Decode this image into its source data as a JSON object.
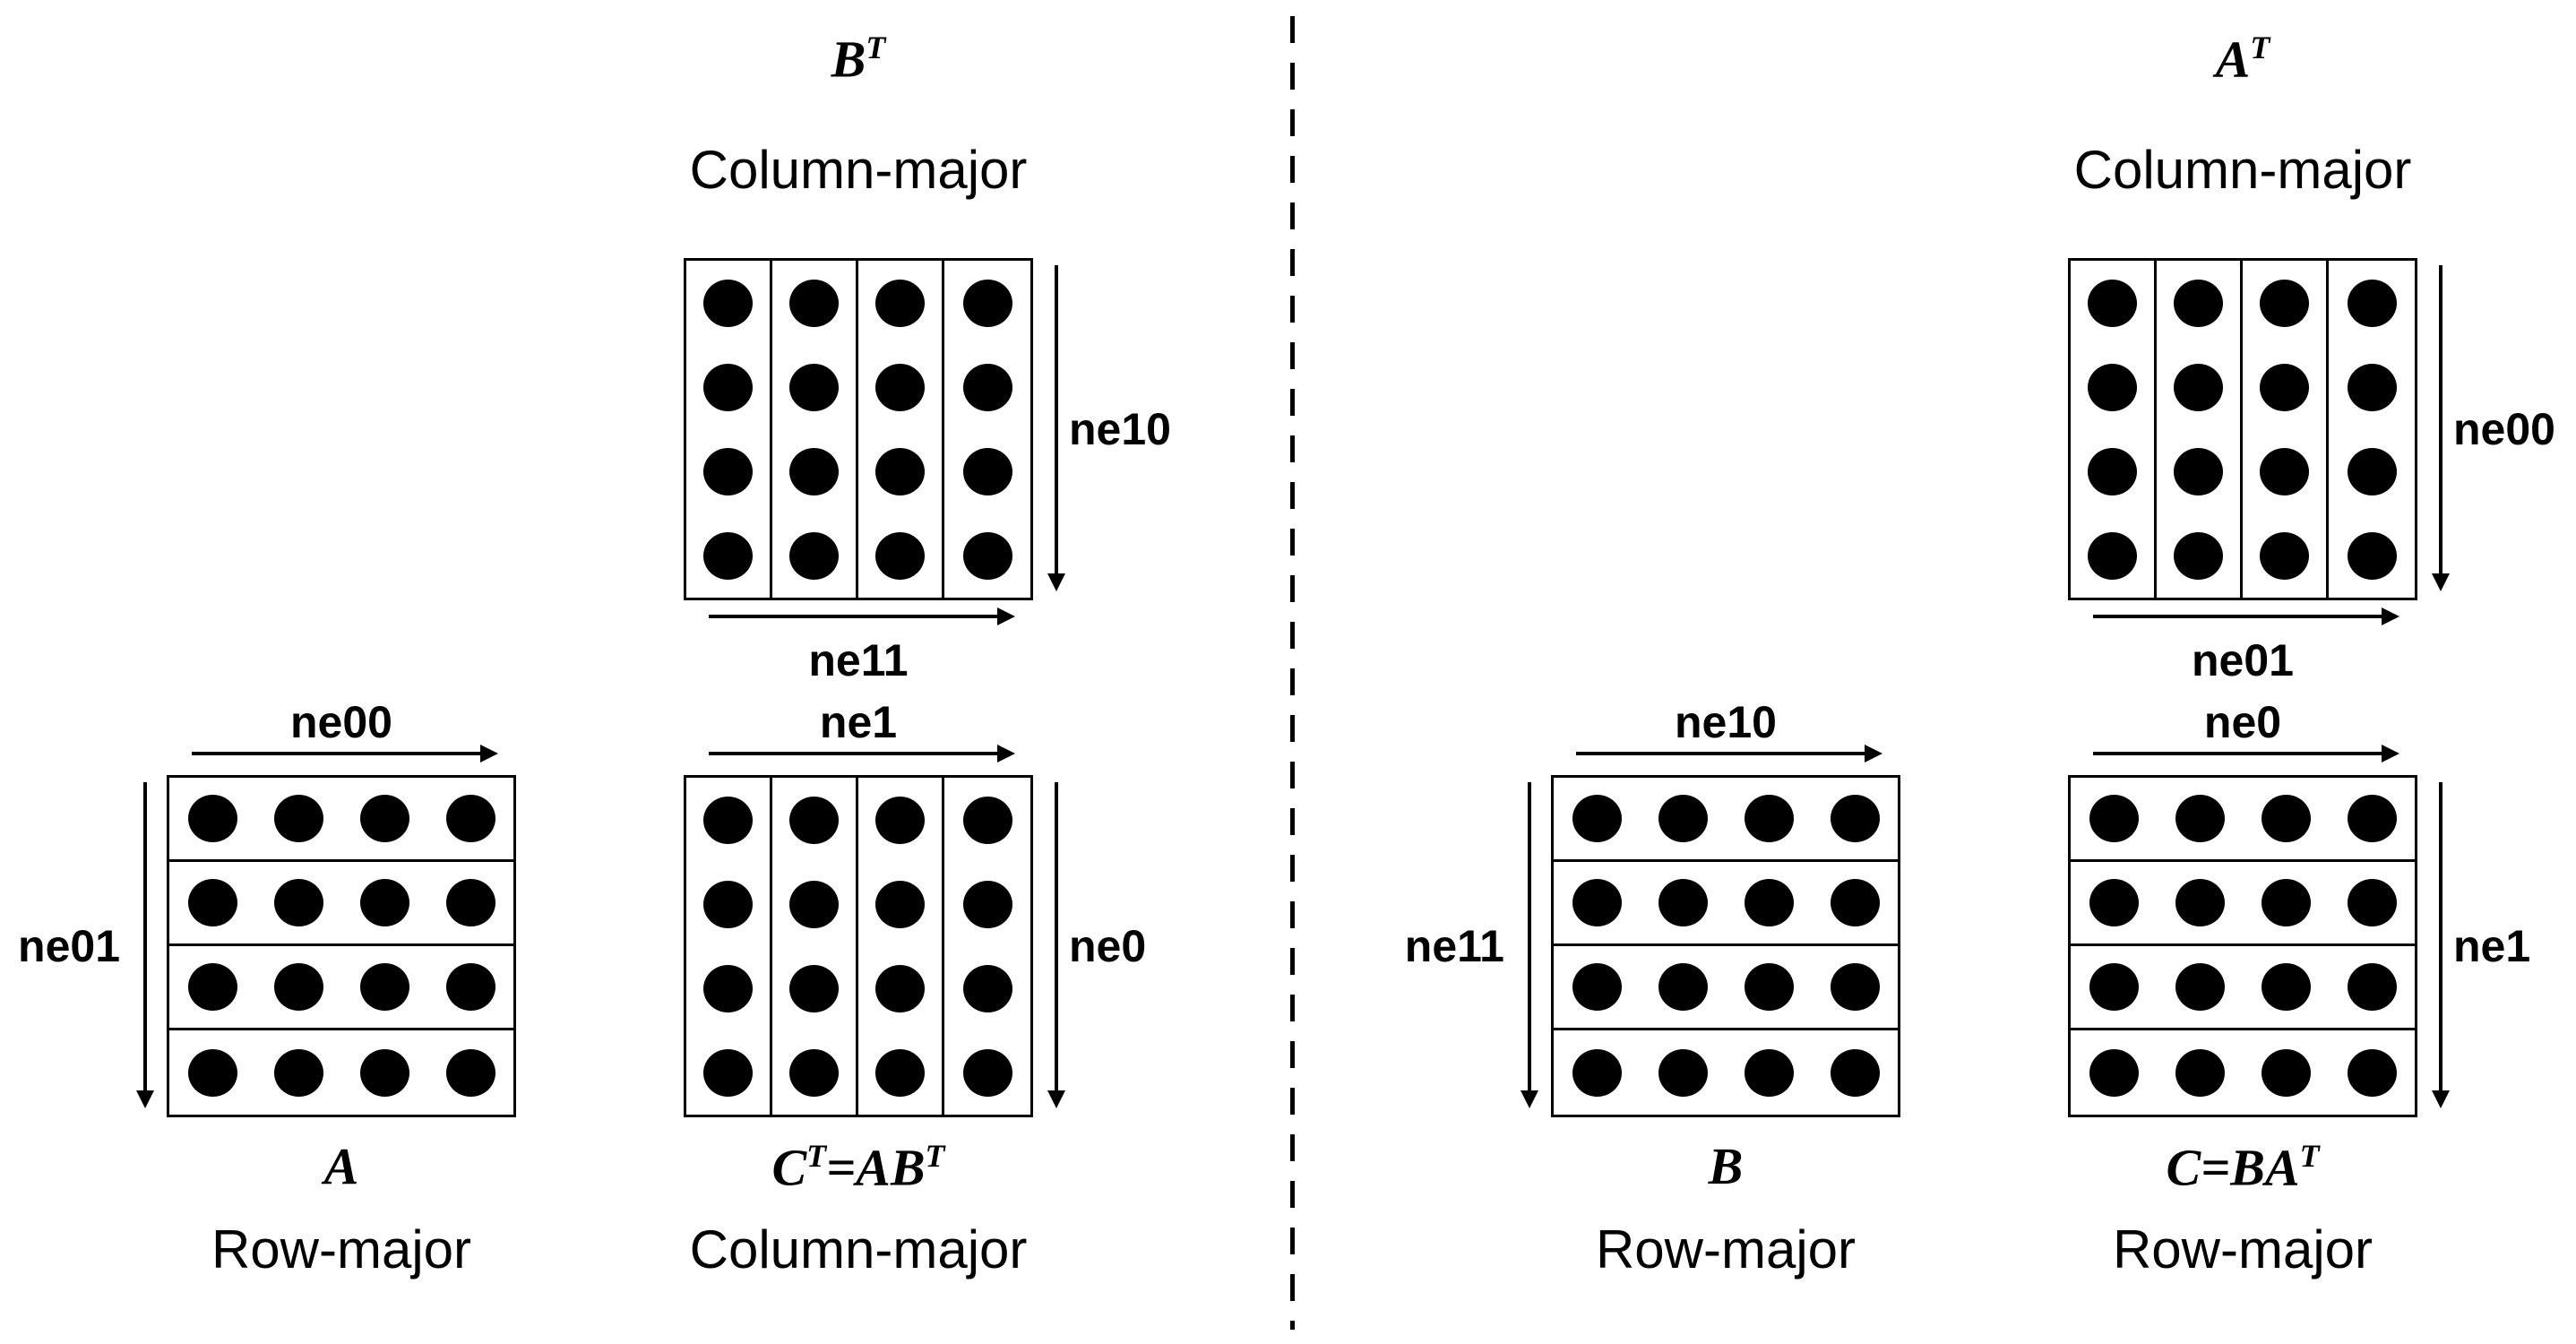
{
  "matrices": {
    "bt": {
      "title": [
        "B",
        "T"
      ],
      "layout": "Column-major",
      "right_label": "ne10",
      "bottom_label": "ne11"
    },
    "a": {
      "caption": [
        "A"
      ],
      "layout": "Row-major",
      "top_label": "ne00",
      "left_label": "ne01"
    },
    "ct": {
      "caption": [
        "C",
        "T",
        "=AB",
        "T"
      ],
      "layout": "Column-major",
      "top_label": "ne1",
      "right_label": "ne0"
    },
    "at": {
      "title": [
        "A",
        "T"
      ],
      "layout": "Column-major",
      "right_label": "ne00",
      "bottom_label": "ne01"
    },
    "b": {
      "caption": [
        "B"
      ],
      "layout": "Row-major",
      "top_label": "ne10",
      "left_label": "ne11"
    },
    "c": {
      "caption": [
        "C=BA",
        "T"
      ],
      "layout": "Row-major",
      "top_label": "ne0",
      "right_label": "ne1"
    }
  },
  "grid": {
    "rows": 4,
    "cols": 4
  },
  "colors": {
    "ink": "#000000",
    "background": "#ffffff"
  }
}
